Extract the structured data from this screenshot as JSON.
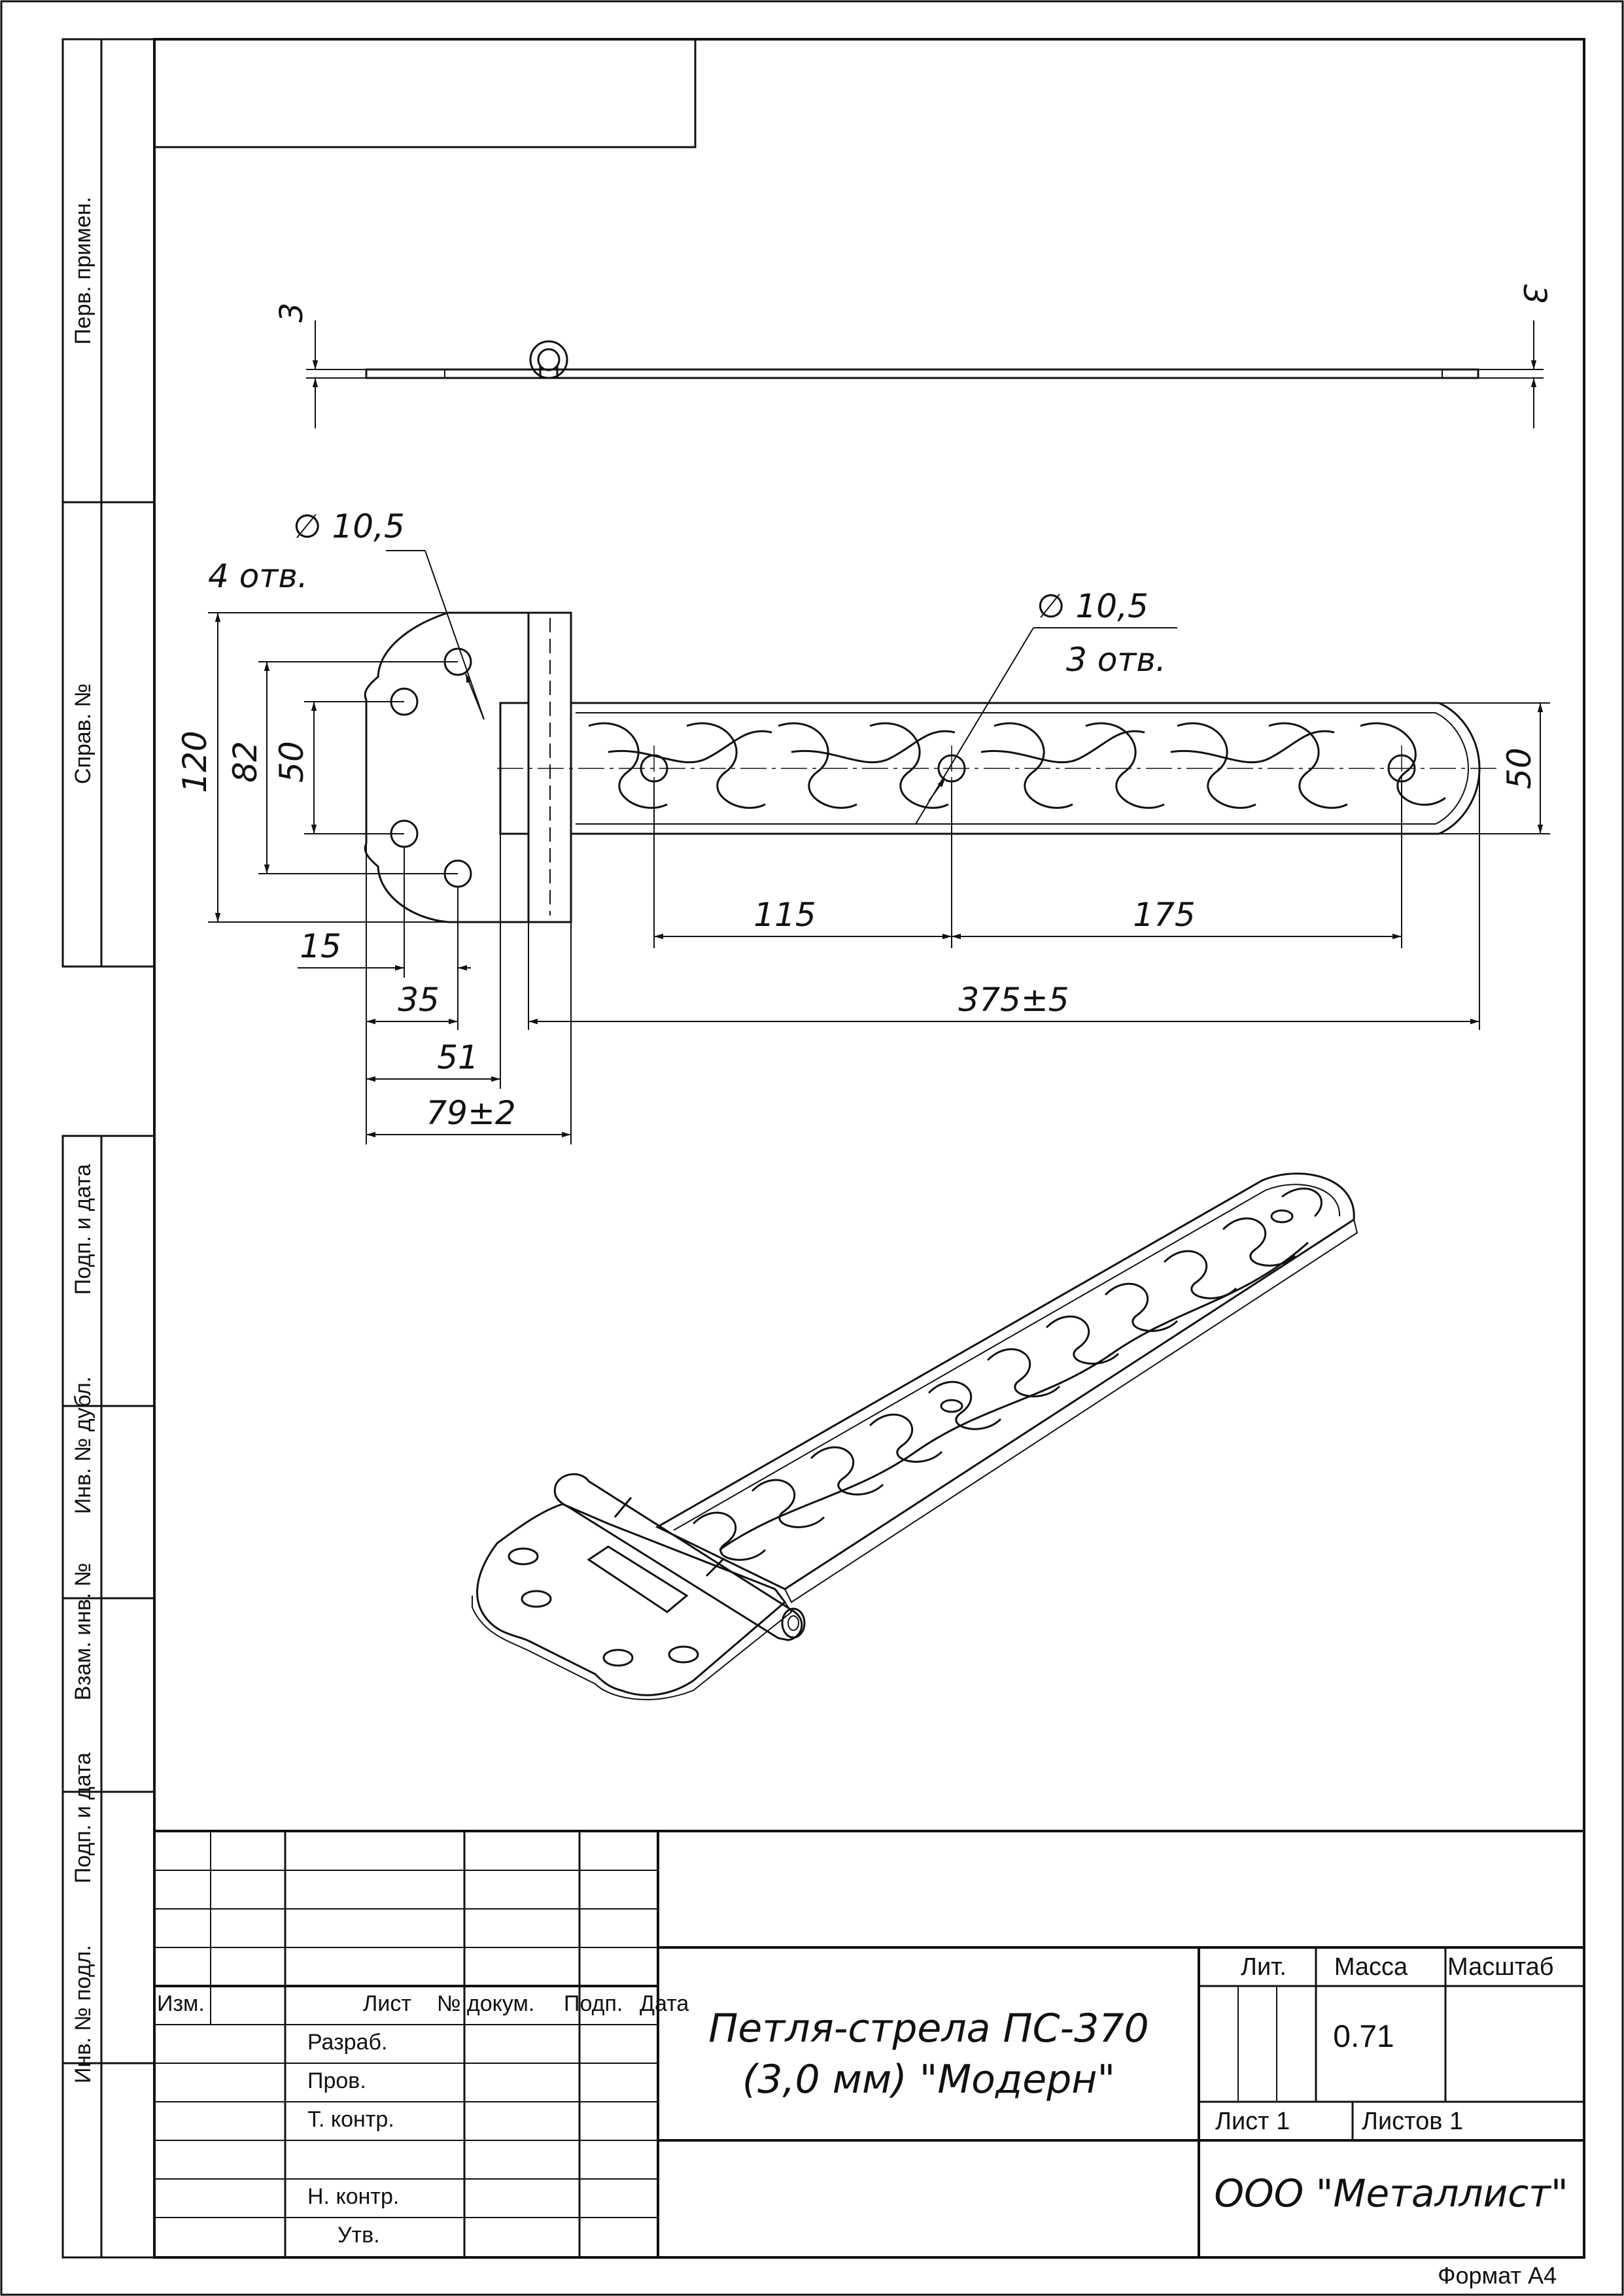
{
  "side_labels": {
    "perv_primen": "Перв. примен.",
    "sprav": "Справ. №",
    "podp_data_1": "Подп. и дата",
    "inv_dubl": "Инв. № дубл.",
    "vzam_inv": "Взам. инв. №",
    "podp_data_2": "Подп. и дата",
    "inv_podl": "Инв. № подл."
  },
  "dimensions": {
    "thickness_left": "3",
    "thickness_right": "3",
    "hole_dia_1": "∅ 10,5",
    "holes_count_1": "4  отв.",
    "hole_dia_2": "∅ 10,5",
    "holes_count_2": "3  отв.",
    "d120": "120",
    "d82": "82",
    "d50_left": "50",
    "d50_right": "50",
    "d115": "115",
    "d175": "175",
    "d375": "375±5",
    "d15": "15",
    "d35": "35",
    "d51": "51",
    "d79": "79±2"
  },
  "title_block": {
    "col_izm": "Изм.",
    "col_list": "Лист",
    "col_dokum": "№ докум.",
    "col_podp": "Подп.",
    "col_data": "Дата",
    "razrab": "Разраб.",
    "prov": "Пров.",
    "t_kontr": "Т. контр.",
    "n_kontr": "Н. контр.",
    "utv": "Утв.",
    "name_line1": "Петля-стрела ПС-370",
    "name_line2": "(3,0 мм) \"Модерн\"",
    "lit": "Лит.",
    "massa": "Масса",
    "masshtab": "Масштаб",
    "massa_value": "0.71",
    "list": "Лист 1",
    "listov": "Листов 1",
    "company": "ООО \"Металлист\""
  },
  "format": "Формат А4"
}
